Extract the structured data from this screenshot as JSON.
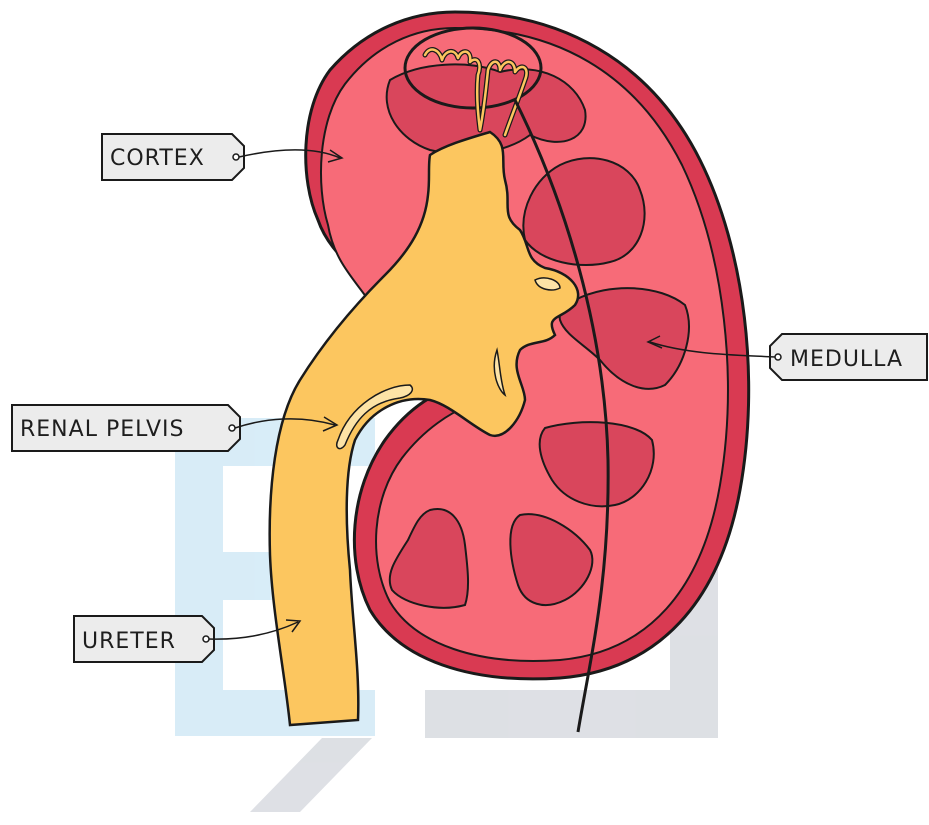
{
  "diagram": {
    "labels": {
      "cortex": "CORTEX",
      "medulla": "MEDULLA",
      "renal_pelvis": "RENAL PELVIS",
      "ureter": "URETER"
    },
    "colors": {
      "capsule": "#d93a52",
      "cortex": "#f76b78",
      "medulla": "#d9465c",
      "pelvis": "#fcc65f",
      "outline": "#1a1a1a",
      "tag_fill": "#ececec",
      "watermark_blue": "#d4ebf7",
      "watermark_grey": "#d9dde2"
    }
  }
}
